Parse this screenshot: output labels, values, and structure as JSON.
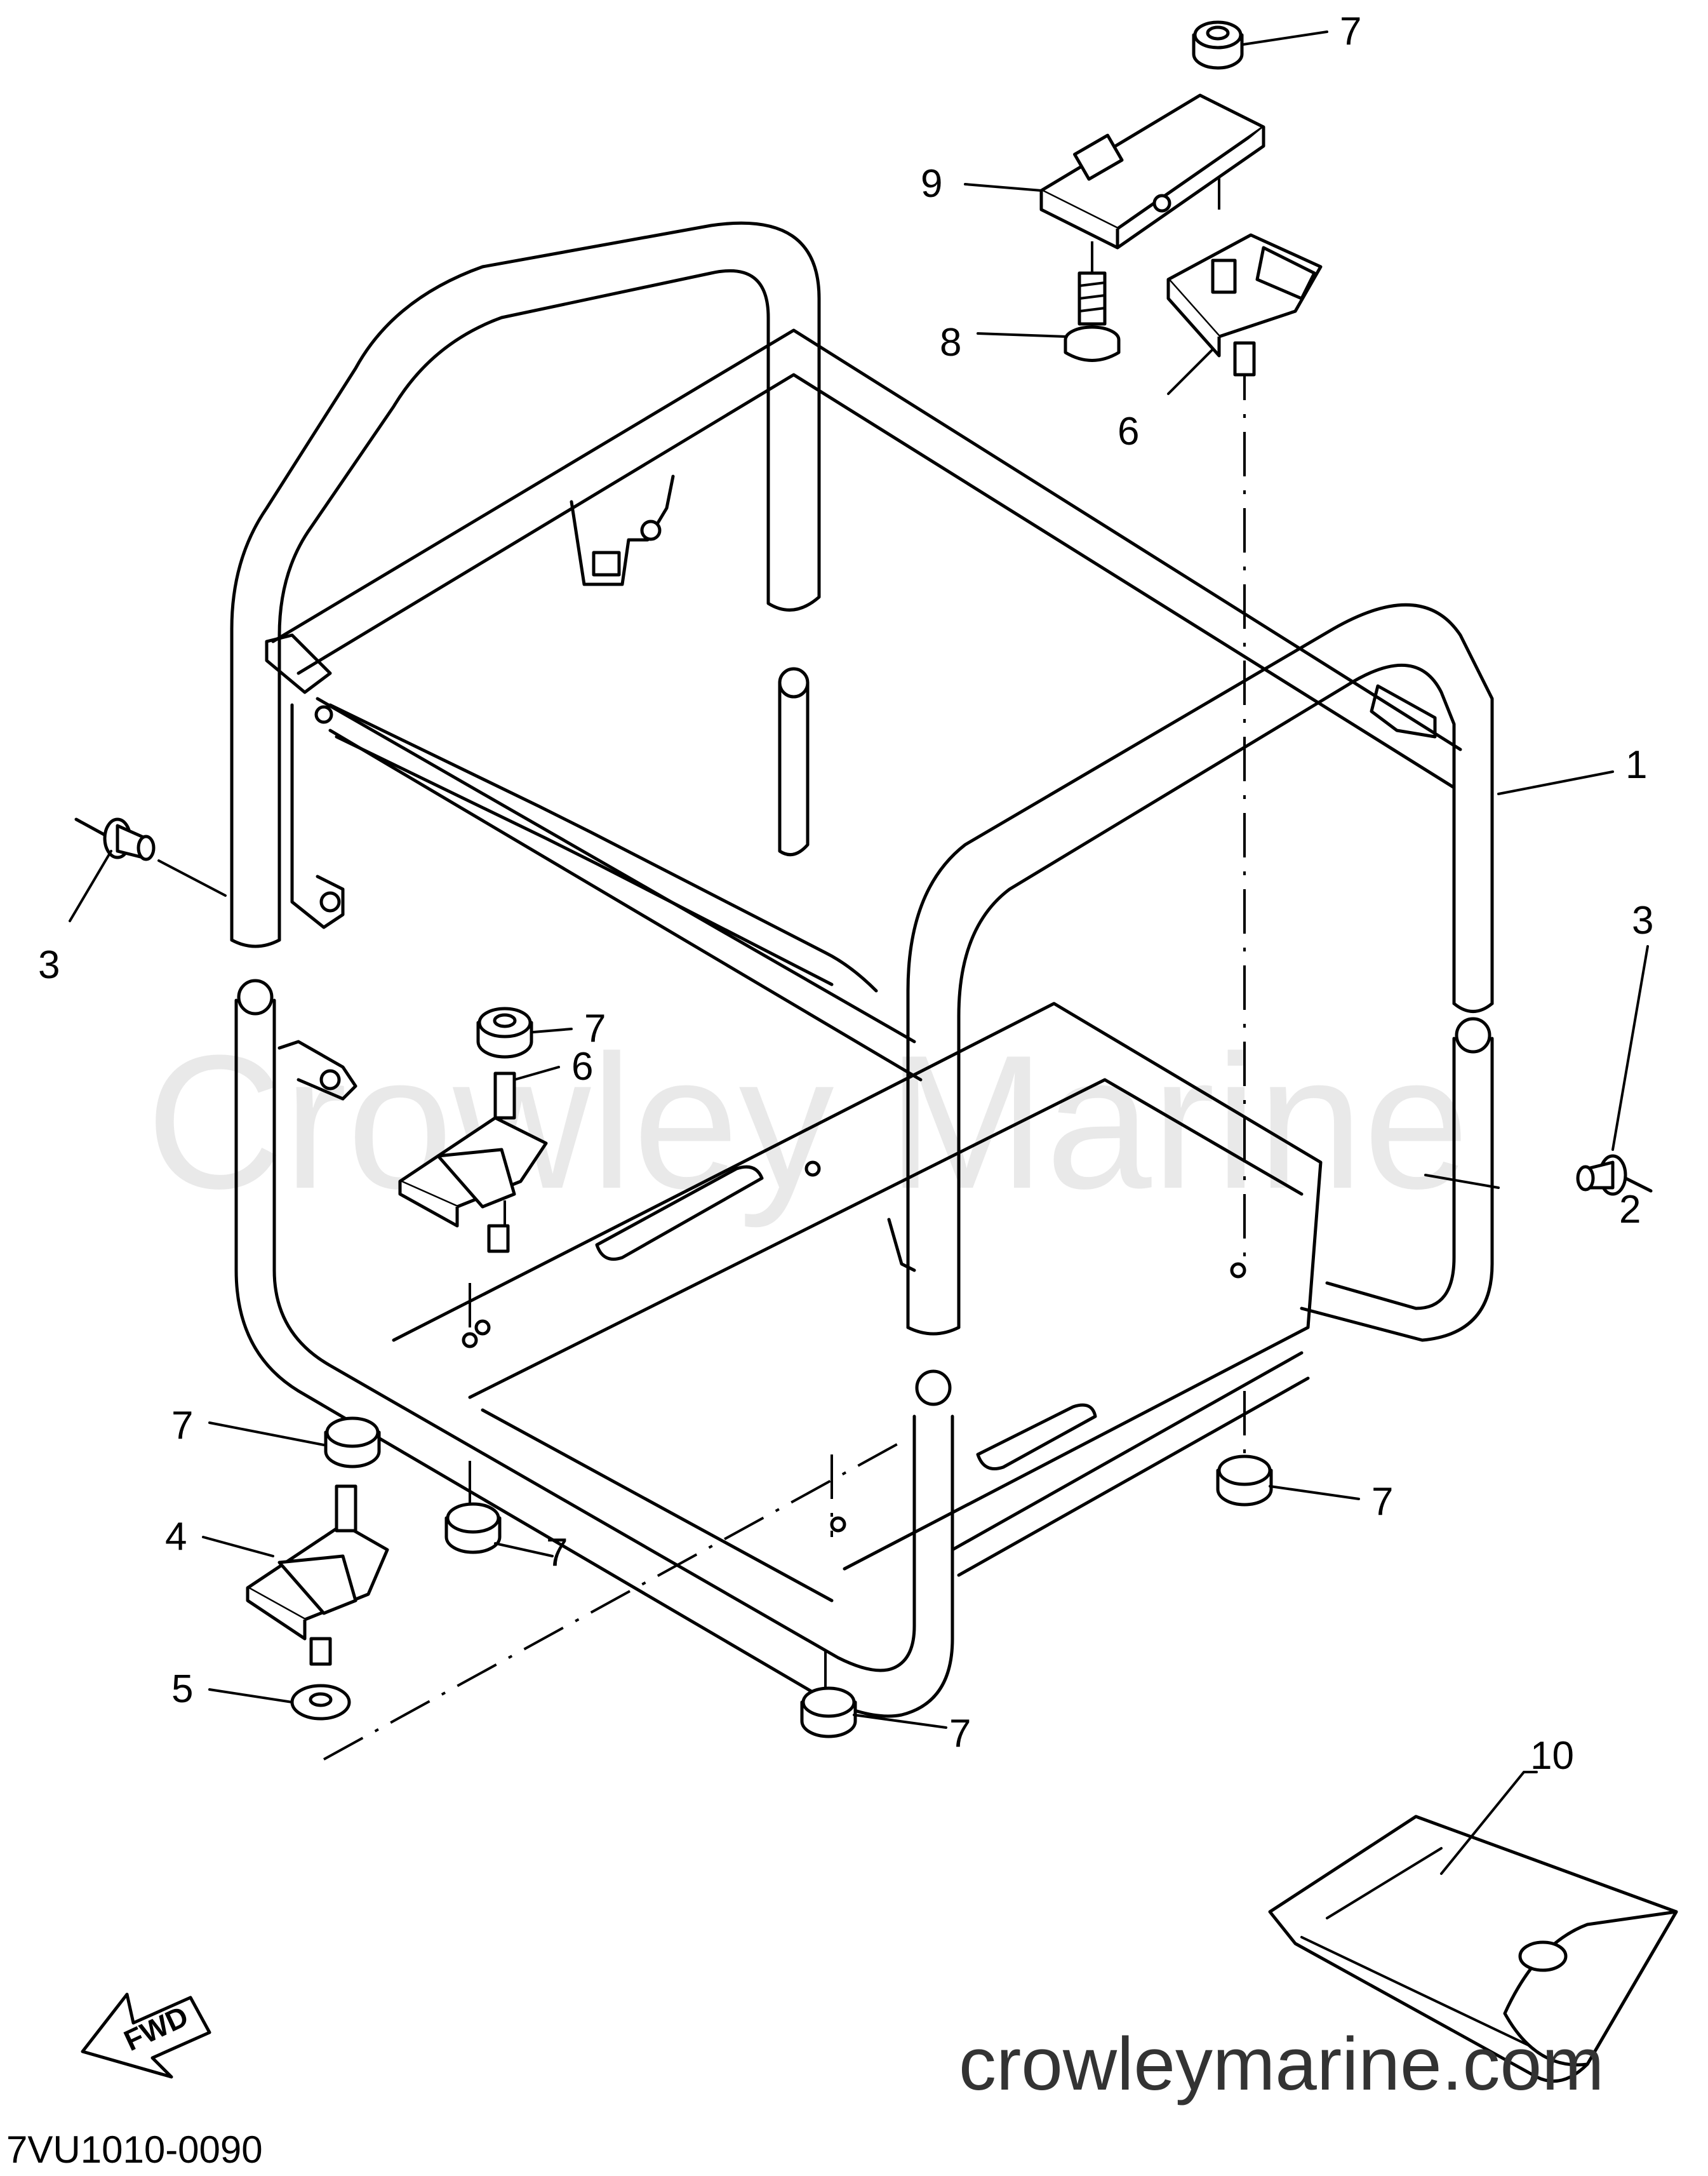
{
  "watermark": "Crowley Marine",
  "site": "crowleymarine.com",
  "diagram_code": "7VU1010-0090",
  "direction_label": "FWD",
  "callouts": [
    {
      "id": "c7a",
      "label": "7"
    },
    {
      "id": "c9",
      "label": "9"
    },
    {
      "id": "c8",
      "label": "8"
    },
    {
      "id": "c6a",
      "label": "6"
    },
    {
      "id": "c1",
      "label": "1"
    },
    {
      "id": "c3a",
      "label": "3"
    },
    {
      "id": "c3b",
      "label": "3"
    },
    {
      "id": "c7b",
      "label": "7"
    },
    {
      "id": "c6b",
      "label": "6"
    },
    {
      "id": "c2",
      "label": "2"
    },
    {
      "id": "c7c",
      "label": "7"
    },
    {
      "id": "c4",
      "label": "4"
    },
    {
      "id": "c7d",
      "label": "7"
    },
    {
      "id": "c7e",
      "label": "7"
    },
    {
      "id": "c5",
      "label": "5"
    },
    {
      "id": "c7f",
      "label": "7"
    },
    {
      "id": "c10",
      "label": "10"
    }
  ]
}
